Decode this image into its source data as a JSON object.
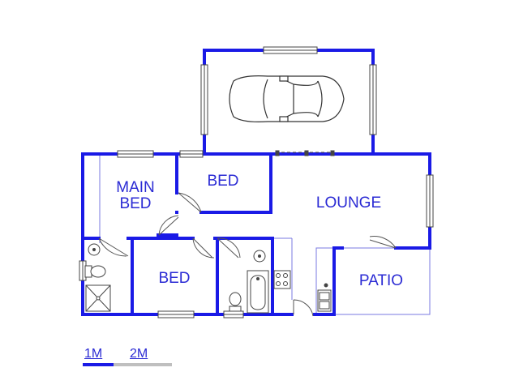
{
  "rooms": {
    "main_bed": "MAIN\nBED",
    "bed_top": "BED",
    "lounge": "LOUNGE",
    "bed_bottom": "BED",
    "patio": "PATIO"
  },
  "scale": {
    "label_1m": "1M",
    "label_2m": "2M"
  },
  "colors": {
    "wall": "#1a1ae6",
    "label": "#2b2bd4",
    "thin_line": "#7a7ae0",
    "fixture": "#444444"
  },
  "icons": [
    "car-icon",
    "toilet-icon",
    "basin-icon",
    "shower-icon",
    "bathtub-icon",
    "stove-icon",
    "sink-icon",
    "door-swing-icon",
    "window-icon"
  ]
}
